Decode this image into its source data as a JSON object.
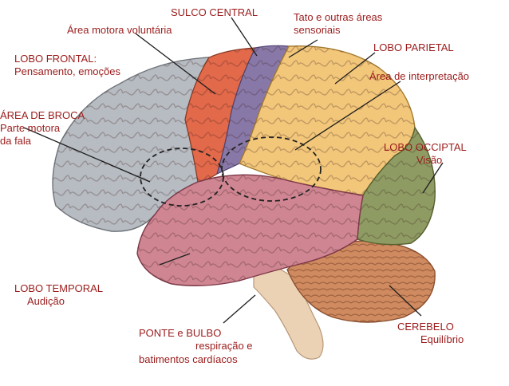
{
  "labels": {
    "sulco_central": "SULCO CENTRAL",
    "area_motora": "Área motora voluntária",
    "tato_1": "Tato e outras áreas",
    "tato_2": "sensoriais",
    "lobo_parietal": "LOBO PARIETAL",
    "interpretacao": "Área de interpretação",
    "lobo_frontal_1": "LOBO FRONTAL:",
    "lobo_frontal_2": "Pensamento, emoções",
    "broca_1": "ÁREA DE BROCA",
    "broca_2": "Parte motora",
    "broca_3": "da fala",
    "lobo_occipital": "LOBO OCCIPTAL",
    "visao": "Visão",
    "lobo_temporal": "LOBO TEMPORAL",
    "audicao": "Audição",
    "ponte_1": "PONTE e BULBO",
    "ponte_2": "respiração e",
    "ponte_3": "batimentos cardíacos",
    "cerebelo": "CEREBELO",
    "equilibrio": "Equilíbrio"
  },
  "colors": {
    "label_text": "#9b1b1b",
    "frontal": "#b7bcc2",
    "motor": "#e2694a",
    "sensory": "#8878a8",
    "parietal": "#f3c77a",
    "occipital": "#8e9c63",
    "temporal": "#cf8692",
    "cerebellum": "#cf8a5f",
    "brainstem": "#ecd2b4"
  }
}
